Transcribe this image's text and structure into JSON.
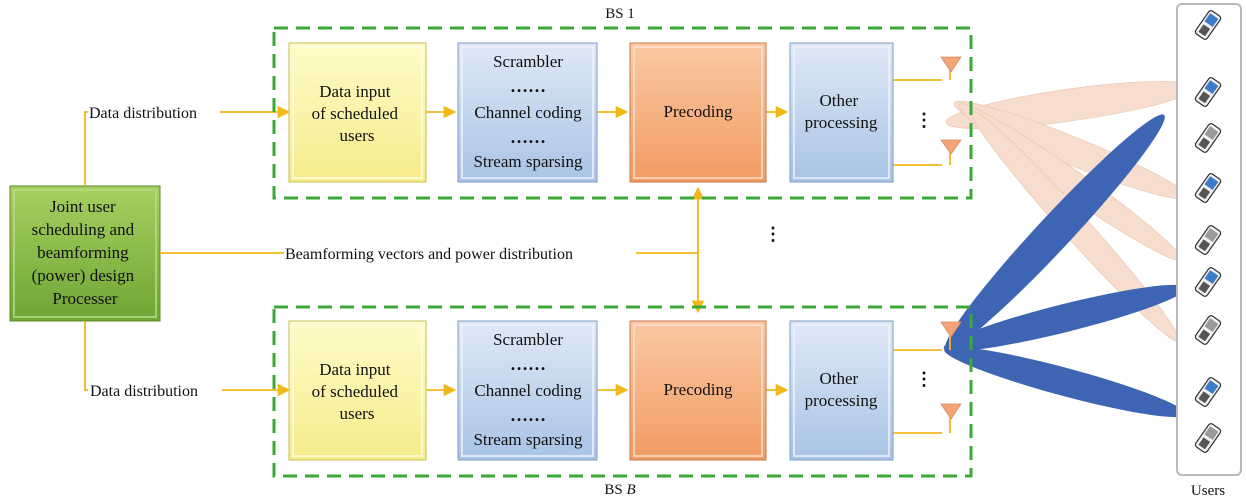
{
  "processor": {
    "lines": [
      "Joint user",
      "scheduling and",
      "beamforming",
      "(power) design",
      "Processer"
    ]
  },
  "flow_labels": {
    "data_distribution_top": "Data distribution",
    "data_distribution_bottom": "Data distribution",
    "beamforming": "Beamforming vectors and power distribution"
  },
  "bs_top": {
    "title": "BS 1",
    "data_input": [
      "Data input",
      "of scheduled",
      "users"
    ],
    "scrambler": "Scrambler",
    "dots_a": "……",
    "channel_coding": "Channel coding",
    "dots_b": "……",
    "stream_sparsing": "Stream sparsing",
    "precoding": "Precoding",
    "other": [
      "Other",
      "processing"
    ],
    "antenna_dots": "⋮"
  },
  "bs_bottom": {
    "title_prefix": "BS ",
    "title_italic": "B",
    "data_input": [
      "Data input",
      "of scheduled",
      "users"
    ],
    "scrambler": "Scrambler",
    "dots_a": "……",
    "channel_coding": "Channel coding",
    "dots_b": "……",
    "stream_sparsing": "Stream sparsing",
    "precoding": "Precoding",
    "other": [
      "Other",
      "processing"
    ],
    "antenna_dots": "⋮"
  },
  "between_dots": "⋮",
  "users_label": "Users",
  "colors": {
    "processor_fill": "#8fc24a",
    "data_input_fill": "#fbf6a6",
    "blue_fill": "#c5d8ef",
    "precoding_fill": "#f8b68a",
    "bs_border": "#3aa935",
    "arrow": "#f2b81a",
    "beam_light": "#f6d9c8",
    "beam_dark": "#3d65b4"
  }
}
